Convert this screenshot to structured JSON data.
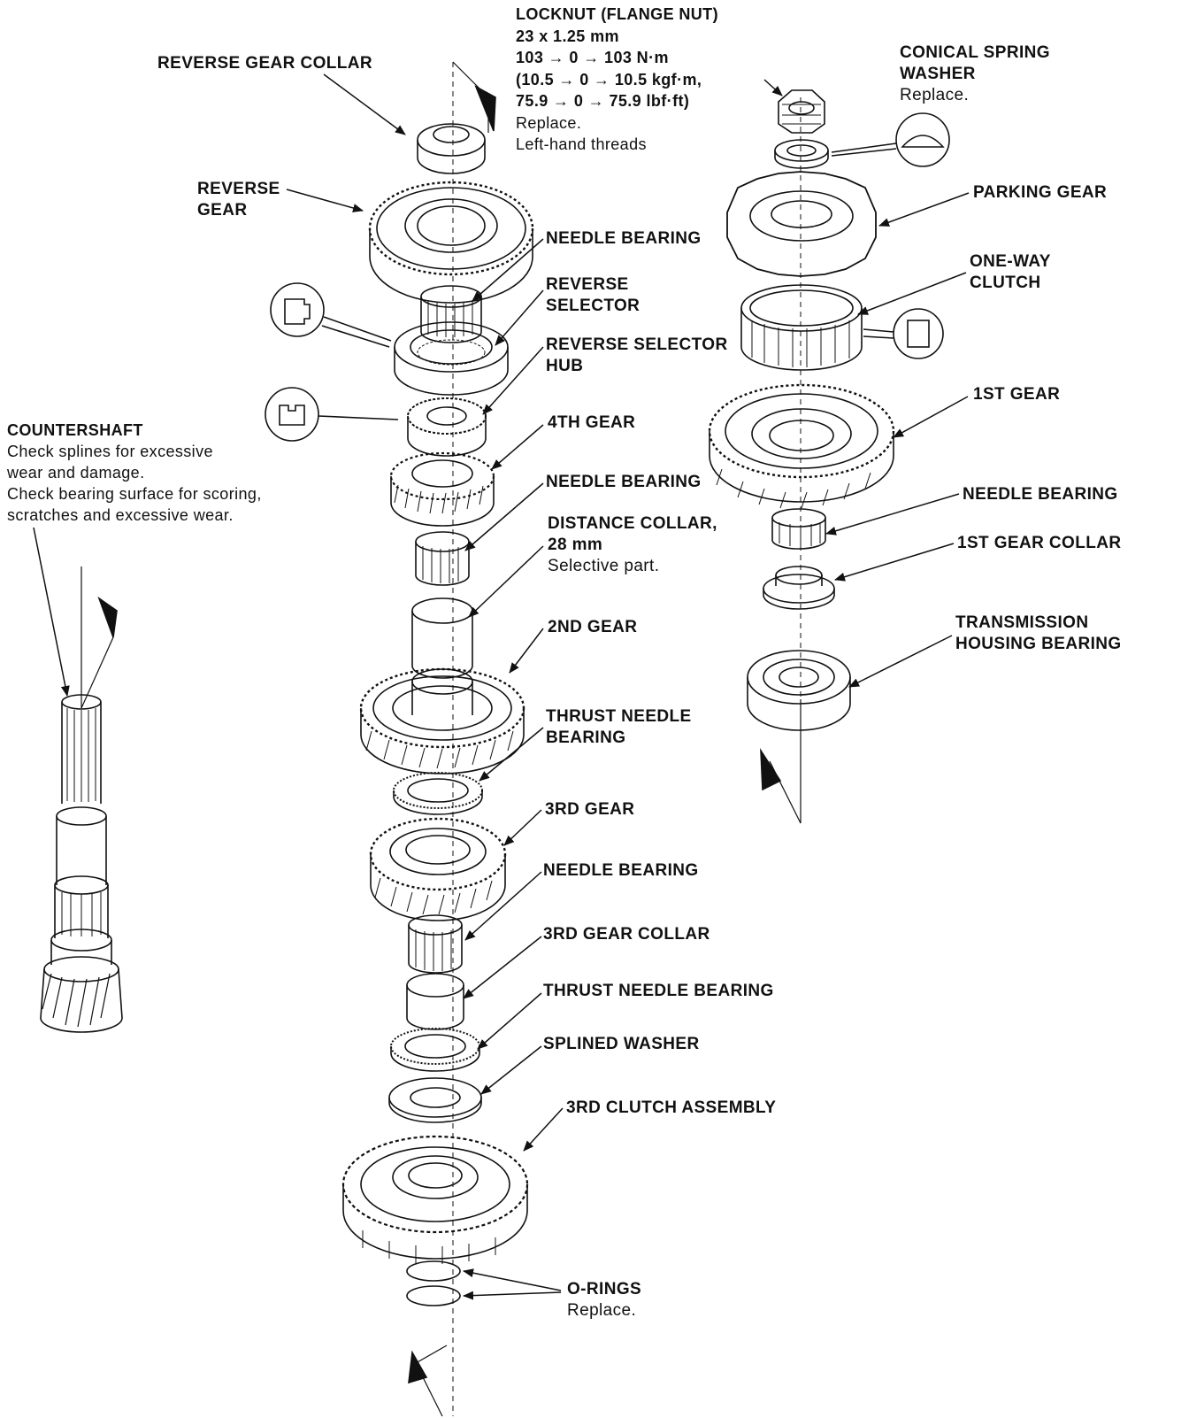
{
  "callouts": {
    "reverse_gear_collar": "REVERSE GEAR COLLAR",
    "locknut": {
      "title": "LOCKNUT (FLANGE NUT)",
      "lines": [
        "23 x 1.25 mm",
        "103 → 0 → 103 N·m",
        "(10.5 → 0 → 10.5 kgf·m,",
        "75.9 → 0 → 75.9 lbf·ft)",
        "Replace.",
        "Left-hand threads"
      ]
    },
    "conical_spring_washer": {
      "title_1": "CONICAL SPRING",
      "title_2": "WASHER",
      "note": "Replace."
    },
    "reverse_gear": {
      "line_1": "REVERSE",
      "line_2": "GEAR"
    },
    "parking_gear": "PARKING GEAR",
    "needle_bearing_1": "NEEDLE BEARING",
    "reverse_selector": {
      "line_1": "REVERSE",
      "line_2": "SELECTOR"
    },
    "one_way_clutch": {
      "line_1": "ONE-WAY",
      "line_2": "CLUTCH"
    },
    "reverse_selector_hub": {
      "line_1": "REVERSE SELECTOR",
      "line_2": "HUB"
    },
    "first_gear": "1ST GEAR",
    "countershaft": {
      "title": "COUNTERSHAFT",
      "lines": [
        "Check splines for excessive",
        "wear and damage.",
        "Check bearing surface for scoring,",
        "scratches and excessive wear."
      ]
    },
    "fourth_gear": "4TH GEAR",
    "needle_bearing_2": "NEEDLE BEARING",
    "needle_bearing_right": "NEEDLE BEARING",
    "first_gear_collar": "1ST GEAR COLLAR",
    "distance_collar": {
      "line_1": "DISTANCE COLLAR,",
      "line_2": "28 mm",
      "note": "Selective part."
    },
    "transmission_housing_bearing": {
      "line_1": "TRANSMISSION",
      "line_2": "HOUSING BEARING"
    },
    "second_gear": "2ND GEAR",
    "thrust_needle_bearing_1": {
      "line_1": "THRUST NEEDLE",
      "line_2": "BEARING"
    },
    "third_gear": "3RD GEAR",
    "needle_bearing_3": "NEEDLE BEARING",
    "third_gear_collar": "3RD GEAR COLLAR",
    "thrust_needle_bearing_2": "THRUST NEEDLE BEARING",
    "splined_washer": "SPLINED WASHER",
    "third_clutch_assembly": "3RD CLUTCH ASSEMBLY",
    "o_rings": {
      "title": "O-RINGS",
      "note": "Replace."
    }
  }
}
